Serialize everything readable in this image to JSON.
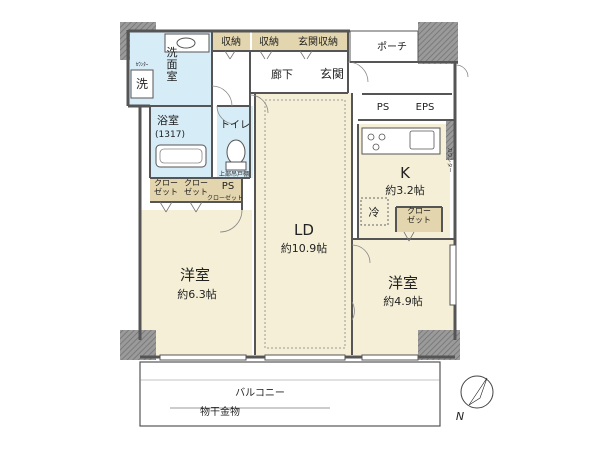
{
  "colors": {
    "wall": "#8a8a8a",
    "wall_dark": "#5c5c5c",
    "room_beige": "#f4efd6",
    "bath_blue": "#d6ecf6",
    "closet_tan": "#e3d5ad",
    "floor_white": "#ffffff",
    "line": "#444444",
    "dash": "#9a9a9a"
  },
  "labels": {
    "porch": "ポーチ",
    "storage1": "収納",
    "storage2": "収納",
    "genkan_storage": "玄関収納",
    "laundry_small": "洗",
    "laundry_tiny": "ｶｳﾝﾀｰ",
    "washroom": "洗\n面\n室",
    "hallway": "廊下",
    "entrance": "玄関",
    "ps_top": "PS",
    "eps": "EPS",
    "bathroom": "浴室",
    "bathroom_size": "(1317)",
    "toilet": "トイレ",
    "toilet_shelf": "上部吊戸棚",
    "closet_a": "クロー\nゼット",
    "closet_b": "クロー\nゼット",
    "closet_c": "クローゼット",
    "ps_mid": "PS",
    "ld": "LD",
    "ld_size": "約10.9帖",
    "kitchen": "K",
    "kitchen_size": "約3.2帖",
    "fridge": "冷",
    "counter": "カウンター",
    "closet_k": "クロー\nゼット",
    "western1": "洋室",
    "western1_size": "約6.3帖",
    "western2": "洋室",
    "western2_size": "約4.9帖",
    "balcony": "バルコニー",
    "drying_rack": "物干金物",
    "north": "N"
  }
}
